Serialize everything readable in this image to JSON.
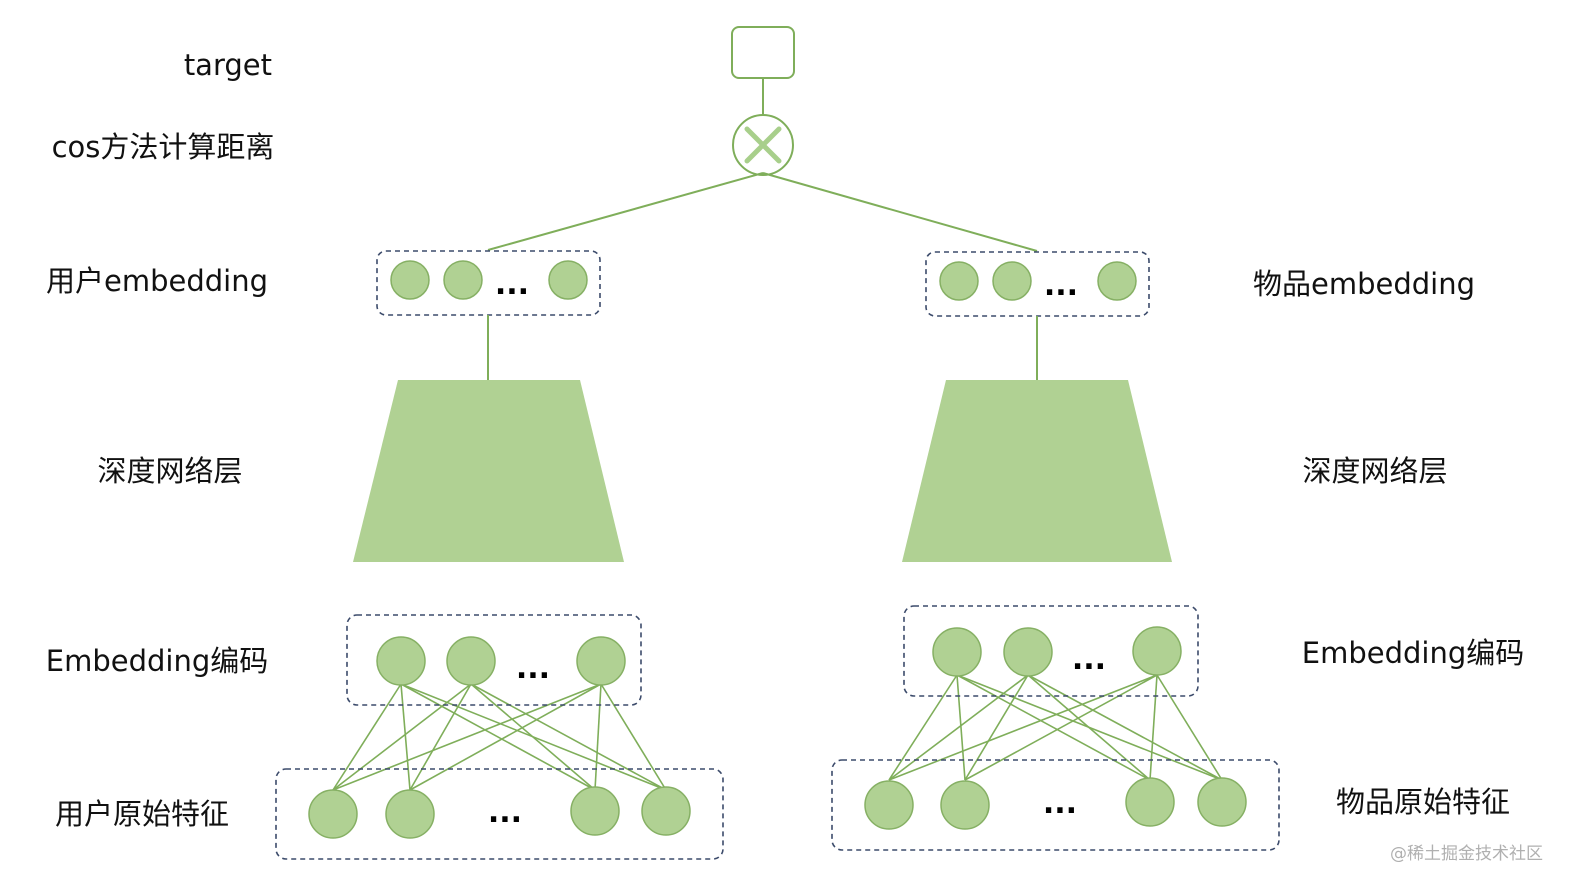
{
  "row_labels": {
    "target": "target",
    "cos": "cos方法计算距离",
    "user_embedding": "用户embedding",
    "item_embedding": "物品embedding",
    "user_dnn": "深度网络层",
    "item_dnn": "深度网络层",
    "user_emb_encode": "Embedding编码",
    "item_emb_encode": "Embedding编码",
    "user_raw": "用户原始特征",
    "item_raw": "物品原始特征"
  },
  "ellipsis": "...",
  "watermark": "@稀土掘金技术社区",
  "colors": {
    "node_fill": "#b0d193",
    "node_stroke": "#86b064",
    "line": "#7fae5a",
    "trapezoid": "#b0d193",
    "dashed_box": "#3c4b6b"
  }
}
